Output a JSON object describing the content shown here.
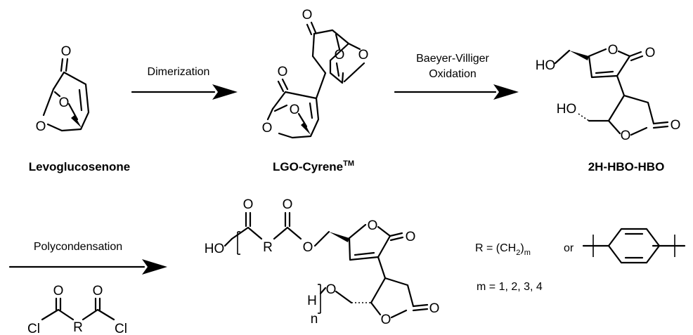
{
  "compounds": {
    "levo": "Levoglucosenone",
    "lgo": "LGO-Cyrene",
    "lgo_tm": "TM",
    "hbo": "2H-HBO-HBO"
  },
  "reactions": {
    "r1": "Dimerization",
    "r2_line1": "Baeyer-Villiger",
    "r2_line2": "Oxidation",
    "r3": "Polycondensation"
  },
  "atoms": {
    "O": "O",
    "HO": "HO",
    "H": "H",
    "Cl": "Cl",
    "R": "R",
    "n": "n"
  },
  "legend": {
    "r_def": "R = (CH",
    "r_sub": "2",
    "r_close": ")",
    "r_m": "m",
    "or": "or",
    "m_values": "m = 1, 2, 3, 4"
  }
}
